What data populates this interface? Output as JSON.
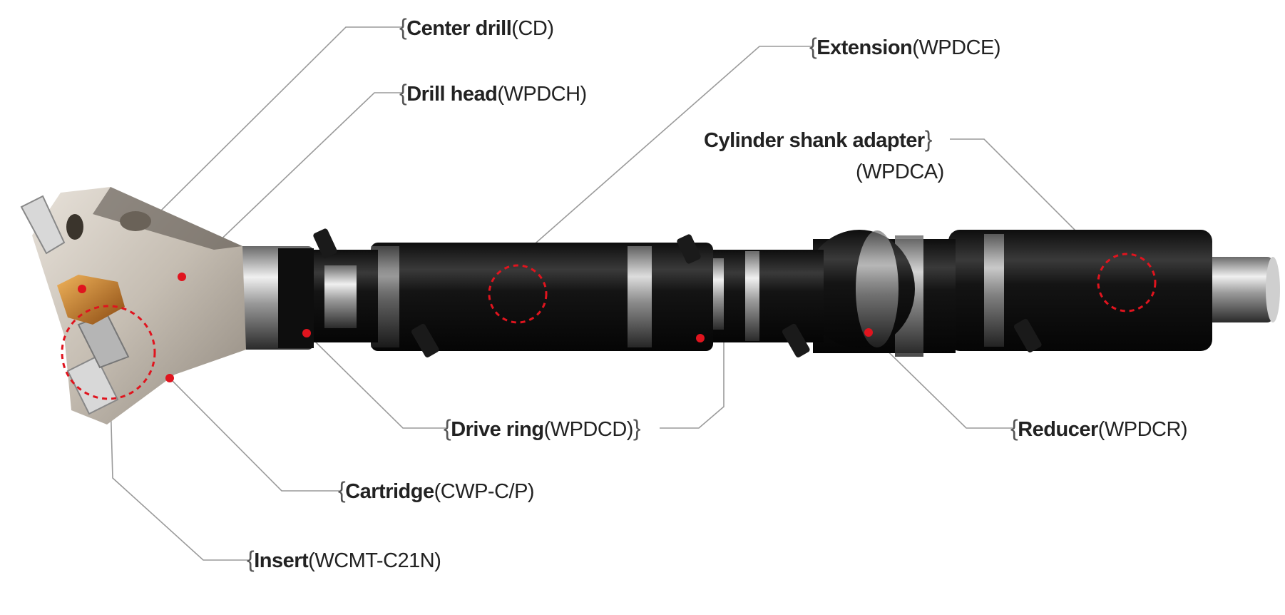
{
  "diagram": {
    "labels": {
      "center_drill": {
        "name": "Center drill",
        "code": "(CD)"
      },
      "drill_head": {
        "name": "Drill head",
        "code": "(WPDCH)"
      },
      "extension": {
        "name": "Extension",
        "code": "(WPDCE)"
      },
      "cylinder_shank_adapter": {
        "name": "Cylinder shank adapter",
        "code": "(WPDCA)"
      },
      "drive_ring": {
        "name": "Drive ring",
        "code": "(WPDCD)"
      },
      "reducer": {
        "name": "Reducer",
        "code": "(WPDCR)"
      },
      "cartridge": {
        "name": "Cartridge",
        "code": "(CWP-C/P)"
      },
      "insert": {
        "name": "Insert",
        "code": "(WCMT-C21N)"
      }
    },
    "colors": {
      "marker": "#e0141e",
      "leader_line": "#9a9a9a",
      "tool_body": "#1c1c1c",
      "head_metal": "#c9c2b8",
      "insert_gold": "#c27a2c"
    }
  }
}
